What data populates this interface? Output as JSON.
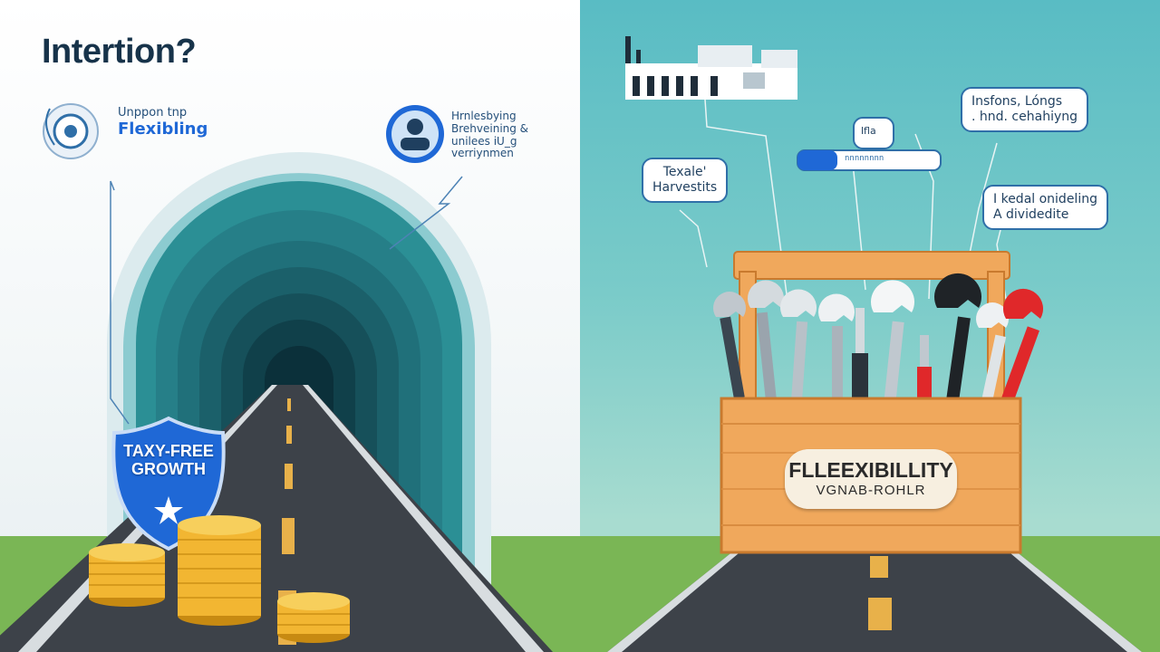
{
  "left_panel": {
    "headline": "Intertion?",
    "callout_left": {
      "line1": "Unppon tnp",
      "line2": "Flexibling"
    },
    "callout_right": {
      "lines": [
        "Hrnlesbying",
        "Brehveining &",
        "unilees iU_g",
        "verriynmen"
      ]
    },
    "shield": {
      "line1": "TAXY-FREE",
      "line2": "GROWTH"
    }
  },
  "right_panel": {
    "bubbles": {
      "harvests": [
        "Texale'",
        "Harvestits"
      ],
      "logs": [
        "Insfons, Lóngs",
        ". hnd. cehahiyng"
      ],
      "modeling": [
        "I kedal onideling",
        "A dividedite"
      ],
      "small_label": "lfla",
      "bar_text": "nnnnnnnn"
    },
    "toolbox": {
      "line1": "FLLEEXIBILLITY",
      "line2": "VGNAB-ROHLR"
    }
  },
  "colors": {
    "tunnel_teal": "#2b8f95",
    "sky_teal": "#59bcc4",
    "grass": "#7ab655",
    "road": "#3d4249",
    "lane_yellow": "#e8b14a",
    "shield_blue": "#1f68d6",
    "coin_gold": "#f2b632",
    "crate_orange": "#f0a85c",
    "accent_red": "#e0282a"
  }
}
